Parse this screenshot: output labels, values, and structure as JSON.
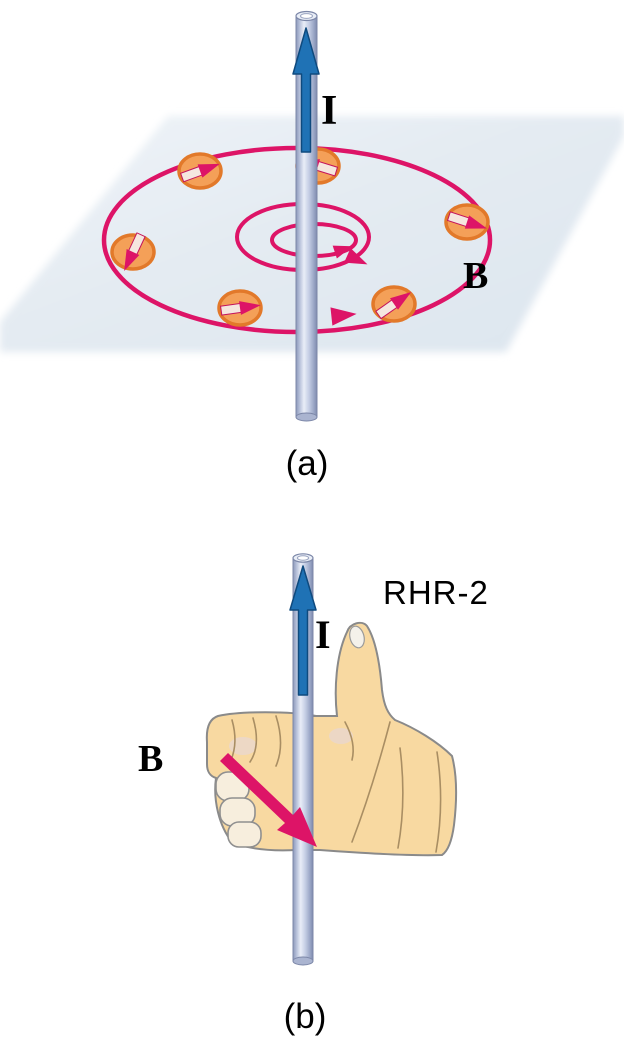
{
  "panel_a": {
    "caption": "(a)",
    "current_label": "I",
    "field_label": "B",
    "compass_count": 6,
    "field_loop_count": 3
  },
  "panel_b": {
    "caption": "(b)",
    "current_label": "I",
    "field_label": "B",
    "rule_label": "RHR-2"
  },
  "colors": {
    "background": "#ffffff",
    "field_line": "#dd1467",
    "current_arrow": "#1f72b5",
    "current_arrow_outline": "#0f4a7e",
    "compass_body": "#f4a058",
    "compass_ring": "#e2792a",
    "compass_needle_tail": "#f5e7df",
    "wire_highlight": "#e9edf7",
    "wire_shadow": "#8c98ba",
    "plane": "#e4ebf2",
    "hand_skin": "#f8d9a1",
    "hand_outline": "#8a8a8a",
    "text": "#000000"
  }
}
